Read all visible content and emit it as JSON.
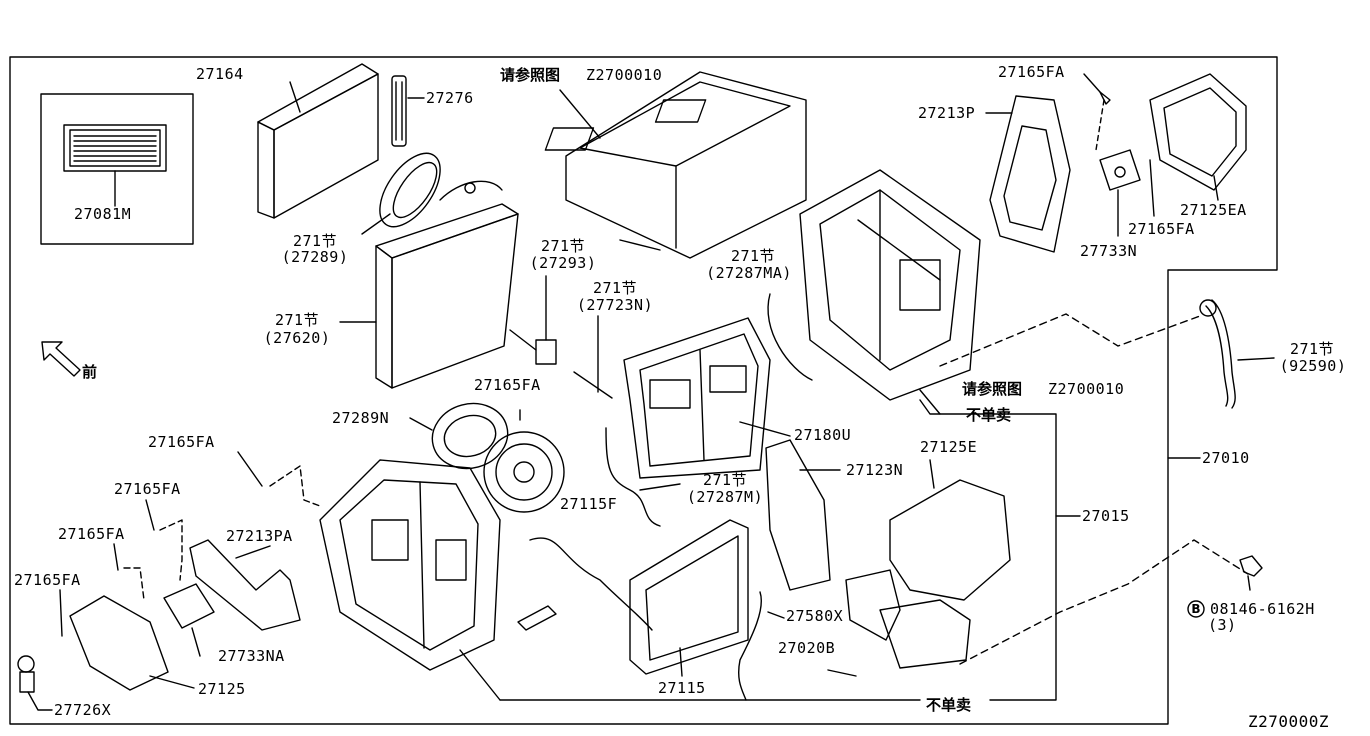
{
  "diagram_code": "Z270000Z",
  "front_label": "前",
  "not_sold_label": "不单卖",
  "see_ref_label": "请参照图",
  "see_ref_code": "Z2700010",
  "parts": {
    "p27081M": "27081M",
    "p27164": "27164",
    "p27276": "27276",
    "p271_27289_a": "271节",
    "p271_27289_b": "(27289)",
    "p271_27620_a": "271节",
    "p271_27620_b": "(27620)",
    "p271_27293_a": "271节",
    "p271_27293_b": "(27293)",
    "p271_27723N_a": "271节",
    "p271_27723N_b": "(27723N)",
    "p271_27287MA_a": "271节",
    "p271_27287MA_b": "(27287MA)",
    "p27165FA_top": "27165FA",
    "p27213P": "27213P",
    "p27165FA_right": "27165FA",
    "p27125EA": "27125EA",
    "p27733N": "27733N",
    "p271_92590_a": "271节",
    "p271_92590_b": "(92590)",
    "p27165FA_mid": "27165FA",
    "p27289N": "27289N",
    "p27180U": "27180U",
    "p27165FA_l1": "27165FA",
    "p27165FA_l2": "27165FA",
    "p27165FA_l3": "27165FA",
    "p27165FA_l4": "27165FA",
    "p27115F": "27115F",
    "p271_27287M_a": "271节",
    "p271_27287M_b": "(27287M)",
    "p27123N": "27123N",
    "p27125E": "27125E",
    "p27010": "27010",
    "p27015": "27015",
    "p27213PA": "27213PA",
    "p27580X": "27580X",
    "p27020B": "27020B",
    "p08146_a": "08146-6162H",
    "p08146_b": "(3)",
    "p27733NA": "27733NA",
    "p27125": "27125",
    "p27726X": "27726X",
    "p27115": "27115",
    "bolt_marker": "B"
  }
}
